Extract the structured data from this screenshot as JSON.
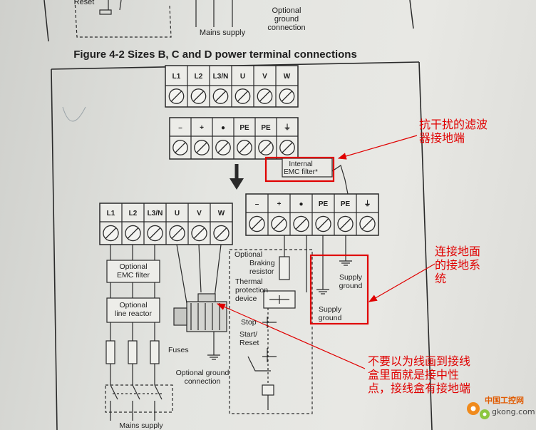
{
  "top_section": {
    "reset_label": "Reset",
    "mains_supply_label": "Mains supply",
    "optional_ground_label": "Optional\nground\nconnection"
  },
  "figure_title": "Figure 4-2 Sizes B, C and D power terminal connections",
  "terminal_block_top": {
    "row1": [
      "L1",
      "L2",
      "L3/N",
      "U",
      "V",
      "W"
    ],
    "row2": [
      "–",
      "+",
      "●",
      "PE",
      "PE",
      "⏚"
    ]
  },
  "internal_emc_filter_label": "Internal\nEMC filter*",
  "terminal_block_left": [
    "L1",
    "L2",
    "L3/N",
    "U",
    "V",
    "W"
  ],
  "terminal_block_right": [
    "–",
    "+",
    "●",
    "PE",
    "PE",
    "⏚"
  ],
  "left_chain": {
    "emc_filter": "Optional\nEMC filter",
    "line_reactor": "Optional\nline reactor",
    "fuses": "Fuses",
    "mains_supply": "Mains supply"
  },
  "motor": {
    "optional_ground": "Optional ground\nconnection"
  },
  "braking_box": {
    "optional": "Optional",
    "braking_resistor": "Braking\nresistor",
    "thermal_device": "Thermal\nprotection\ndevice",
    "stop": "Stop",
    "start_reset": "Start/\nReset"
  },
  "supply_ground_1": "Supply\nground",
  "supply_ground_2": "Supply\nground",
  "annotations": {
    "emc_note": "抗干扰的滤波\n器接地端",
    "ground_note": "连接地面\n的接地系\n统",
    "motor_note": "不要以为线画到接线\n盒里面就是接中性\n点，接线盒有接地端"
  },
  "watermark": {
    "cn": "中国工控网",
    "url": "gkong.com"
  },
  "colors": {
    "annotation_red": "#e00000",
    "line_dark": "#2a2a2a",
    "paper": "#e6e6e2"
  }
}
